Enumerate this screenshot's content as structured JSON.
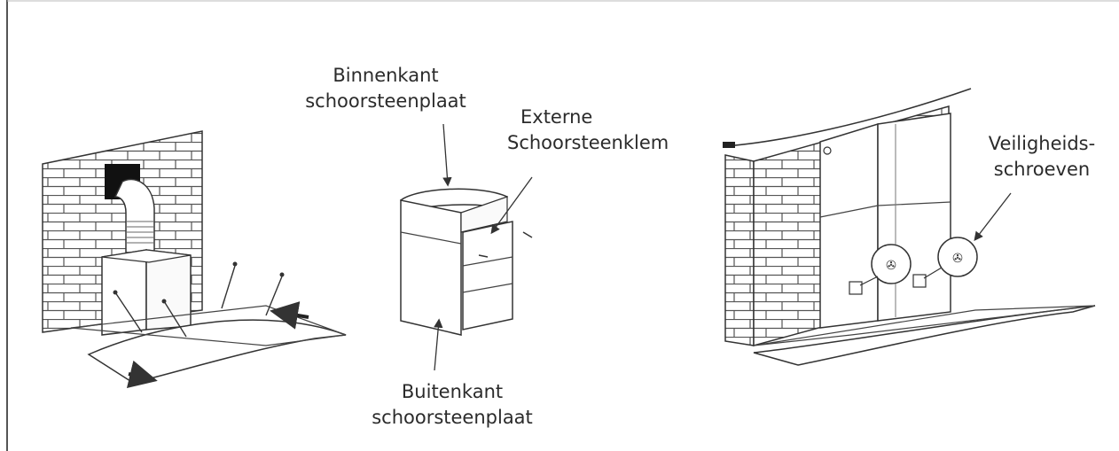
{
  "labels": {
    "inner_plate_line1": "Binnenkant",
    "inner_plate_line2": "schoorsteenplaat",
    "external_clamp_line1": "Externe",
    "external_clamp_line2": "Schoorsteenklem",
    "outer_plate_line1": "Buitenkant",
    "outer_plate_line2": "schoorsteenplaat",
    "safety_screws_line1": "Veiligheids-",
    "safety_screws_line2": "schroeven"
  }
}
